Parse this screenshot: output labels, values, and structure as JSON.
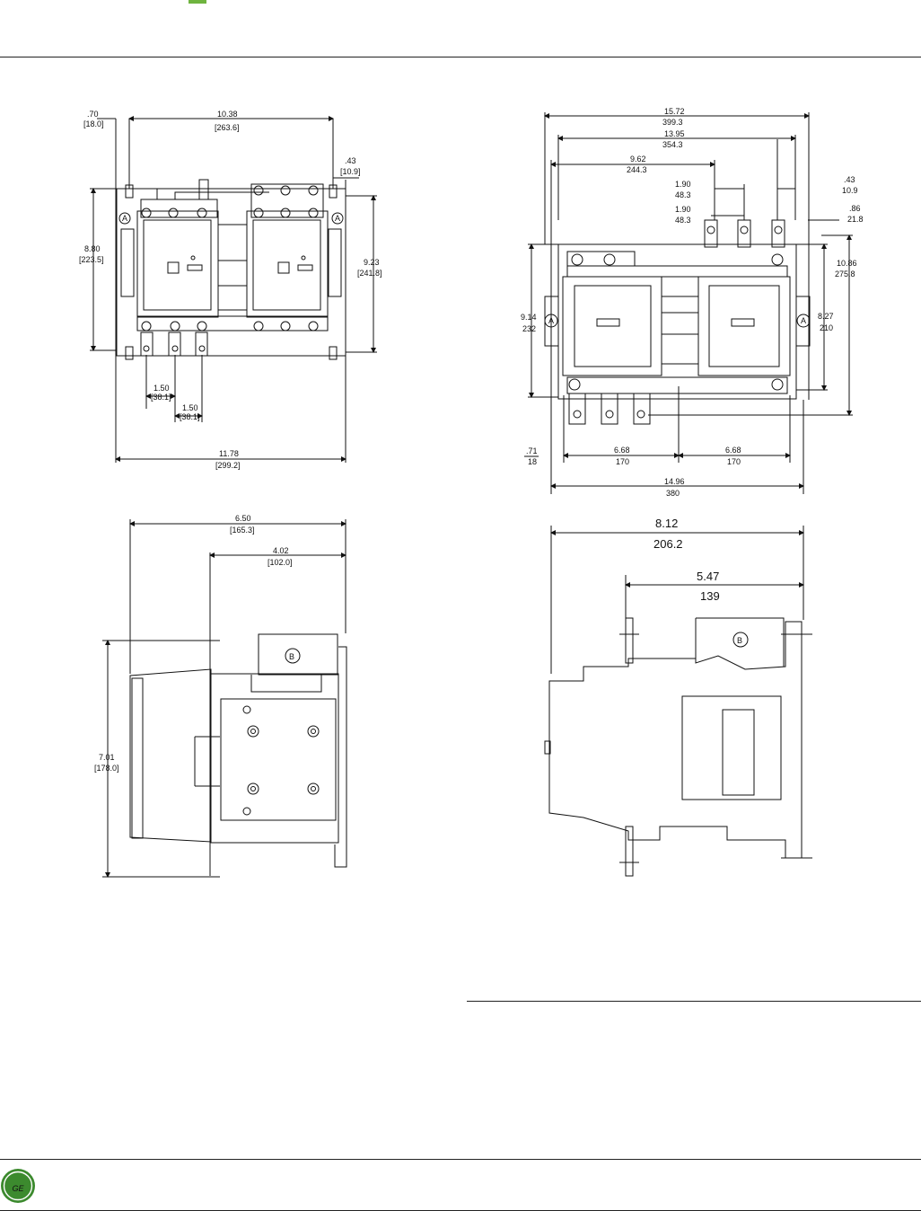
{
  "colors": {
    "brand": "#3c8a2e",
    "accent_tab": "#6fb43f",
    "line": "#222222"
  },
  "logo": {
    "icon": "ge-monogram-icon",
    "text": "GE"
  },
  "top_left": {
    "w_070": ".70",
    "w_070_mm": "[18.0]",
    "w_1038": "10.38",
    "w_1038_mm": "[263.6]",
    "w_043": ".43",
    "w_043_mm": "[10.9]",
    "h_880": "8.80",
    "h_880_mm": "[223.5]",
    "h_923": "9.23",
    "h_923_mm": "[241.8]",
    "p1": "1.50",
    "p1_mm": "[38.1]",
    "p2": "1.50",
    "p2_mm": "[38.1]",
    "w_1178": "11.78",
    "w_1178_mm": "[299.2]",
    "mark_a": "A"
  },
  "top_right": {
    "w_1572": "15.72",
    "w_1572_mm": "399.3",
    "w_1395": "13.95",
    "w_1395_mm": "354.3",
    "w_962": "9.62",
    "w_962_mm": "244.3",
    "w_190a": "1.90",
    "w_190a_mm": "48.3",
    "w_190b": "1.90",
    "w_190b_mm": "48.3",
    "w_043": ".43",
    "w_043_mm": "10.9",
    "w_086": ".86",
    "w_086_mm": "21.8",
    "h_1086": "10.86",
    "h_1086_mm": "275.8",
    "h_914": "9.14",
    "h_914_mm": "232",
    "h_827": "8.27",
    "h_827_mm": "210",
    "w_071": ".71",
    "w_071_mm": "18",
    "w_668a": "6.68",
    "w_668a_mm": "170",
    "w_668b": "6.68",
    "w_668b_mm": "170",
    "w_1496": "14.96",
    "w_1496_mm": "380",
    "mark_a": "A"
  },
  "bottom_left": {
    "w_650": "6.50",
    "w_650_mm": "[165.3]",
    "w_402": "4.02",
    "w_402_mm": "[102.0]",
    "h_701": "7.01",
    "h_701_mm": "[178.0]",
    "mark_b": "B"
  },
  "bottom_right": {
    "w_812": "8.12",
    "w_812_mm": "206.2",
    "w_547": "5.47",
    "w_547_mm": "139",
    "mark_b": "B"
  }
}
